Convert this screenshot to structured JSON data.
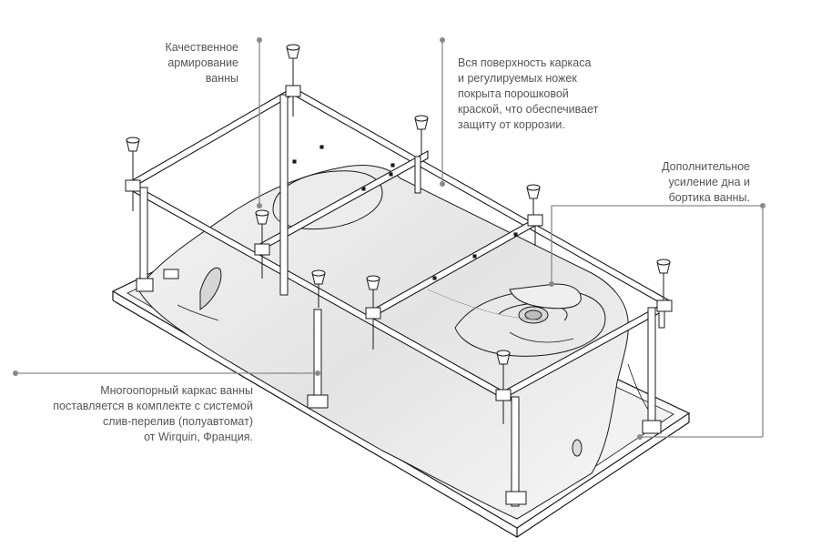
{
  "annotations": {
    "reinforcement": {
      "lines": [
        "Качественное",
        "армирование",
        "ванны"
      ]
    },
    "coating": {
      "lines": [
        "Вся поверхность каркаса",
        "и регулируемых ножек",
        "покрыта порошковой",
        "краской, что обеспечивает",
        "защиту от коррозии."
      ]
    },
    "extra_reinforcement": {
      "lines": [
        "Дополнительное",
        "усиление дна и",
        "бортика ванны."
      ]
    },
    "frame": {
      "lines": [
        "Многоопорный каркас ванны",
        "поставляется в комплекте с системой",
        "слив-перелив (полуавтомат)",
        "от Wirquin, Франция."
      ]
    }
  },
  "colors": {
    "annotation_text": "#555555",
    "leader_line": "#8a8a8a",
    "drawing_stroke": "#1a1a1a",
    "tub_shading": "#e9e9e9"
  }
}
